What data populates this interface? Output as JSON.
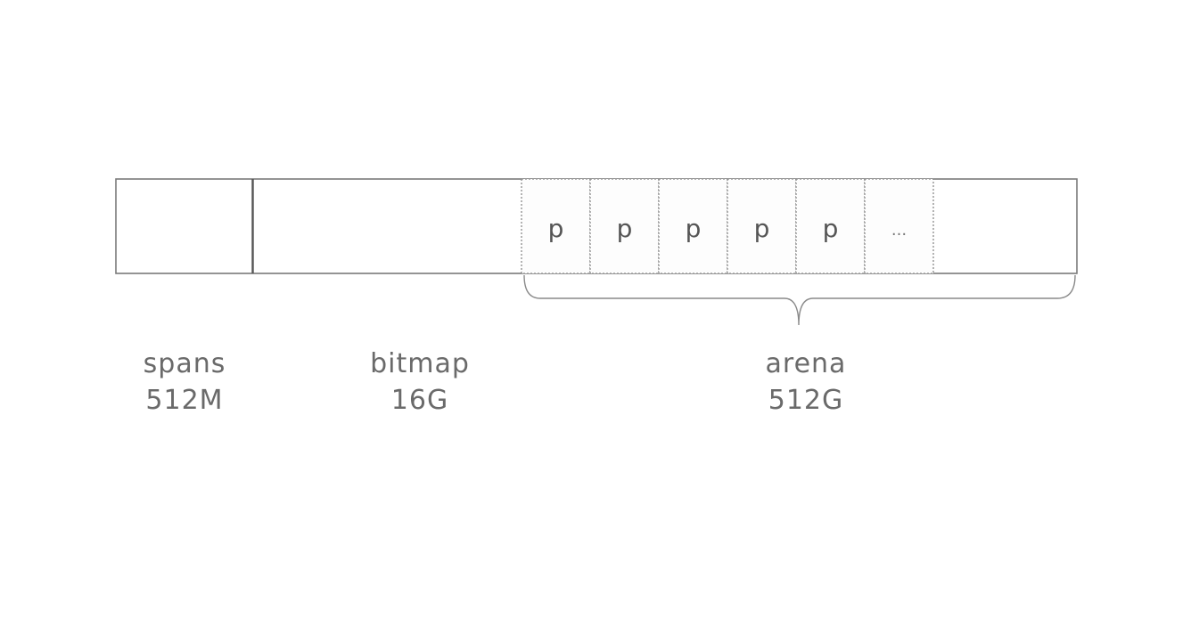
{
  "diagram": {
    "regions": [
      {
        "name": "spans",
        "size": "512M"
      },
      {
        "name": "bitmap",
        "size": "16G"
      },
      {
        "name": "arena",
        "size": "512G"
      }
    ],
    "pages": [
      "p",
      "p",
      "p",
      "p",
      "p",
      "..."
    ]
  }
}
